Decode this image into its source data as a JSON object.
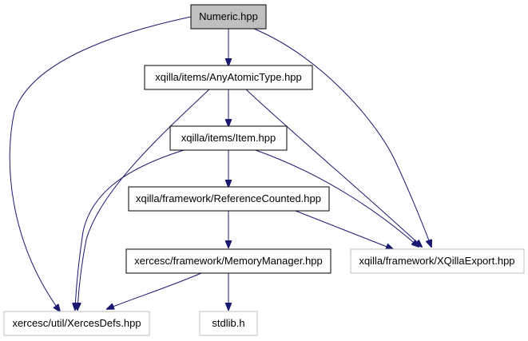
{
  "diagram": {
    "kind": "include-dependency-graph",
    "colors": {
      "edge": "#191970",
      "root_fill": "#bfbfbf",
      "node_border": "#000000",
      "external_border": "#bfbfbf",
      "node_fill": "#ffffff"
    },
    "nodes": [
      {
        "id": "numeric",
        "label": "Numeric.hpp",
        "style": "root"
      },
      {
        "id": "anyatomic",
        "label": "xqilla/items/AnyAtomicType.hpp",
        "style": "normal"
      },
      {
        "id": "item",
        "label": "xqilla/items/Item.hpp",
        "style": "normal"
      },
      {
        "id": "refcounted",
        "label": "xqilla/framework/ReferenceCounted.hpp",
        "style": "normal"
      },
      {
        "id": "memmgr",
        "label": "xercesc/framework/MemoryManager.hpp",
        "style": "normal"
      },
      {
        "id": "xqexport",
        "label": "xqilla/framework/XQillaExport.hpp",
        "style": "external"
      },
      {
        "id": "xercesdefs",
        "label": "xercesc/util/XercesDefs.hpp",
        "style": "external"
      },
      {
        "id": "stdlib",
        "label": "stdlib.h",
        "style": "external"
      }
    ],
    "edges": [
      {
        "from": "numeric",
        "to": "anyatomic"
      },
      {
        "from": "numeric",
        "to": "xercesdefs"
      },
      {
        "from": "numeric",
        "to": "xqexport"
      },
      {
        "from": "anyatomic",
        "to": "item"
      },
      {
        "from": "anyatomic",
        "to": "xercesdefs"
      },
      {
        "from": "anyatomic",
        "to": "xqexport"
      },
      {
        "from": "item",
        "to": "refcounted"
      },
      {
        "from": "item",
        "to": "xercesdefs"
      },
      {
        "from": "item",
        "to": "xqexport"
      },
      {
        "from": "refcounted",
        "to": "memmgr"
      },
      {
        "from": "refcounted",
        "to": "xqexport"
      },
      {
        "from": "memmgr",
        "to": "xercesdefs"
      },
      {
        "from": "memmgr",
        "to": "stdlib"
      }
    ]
  }
}
